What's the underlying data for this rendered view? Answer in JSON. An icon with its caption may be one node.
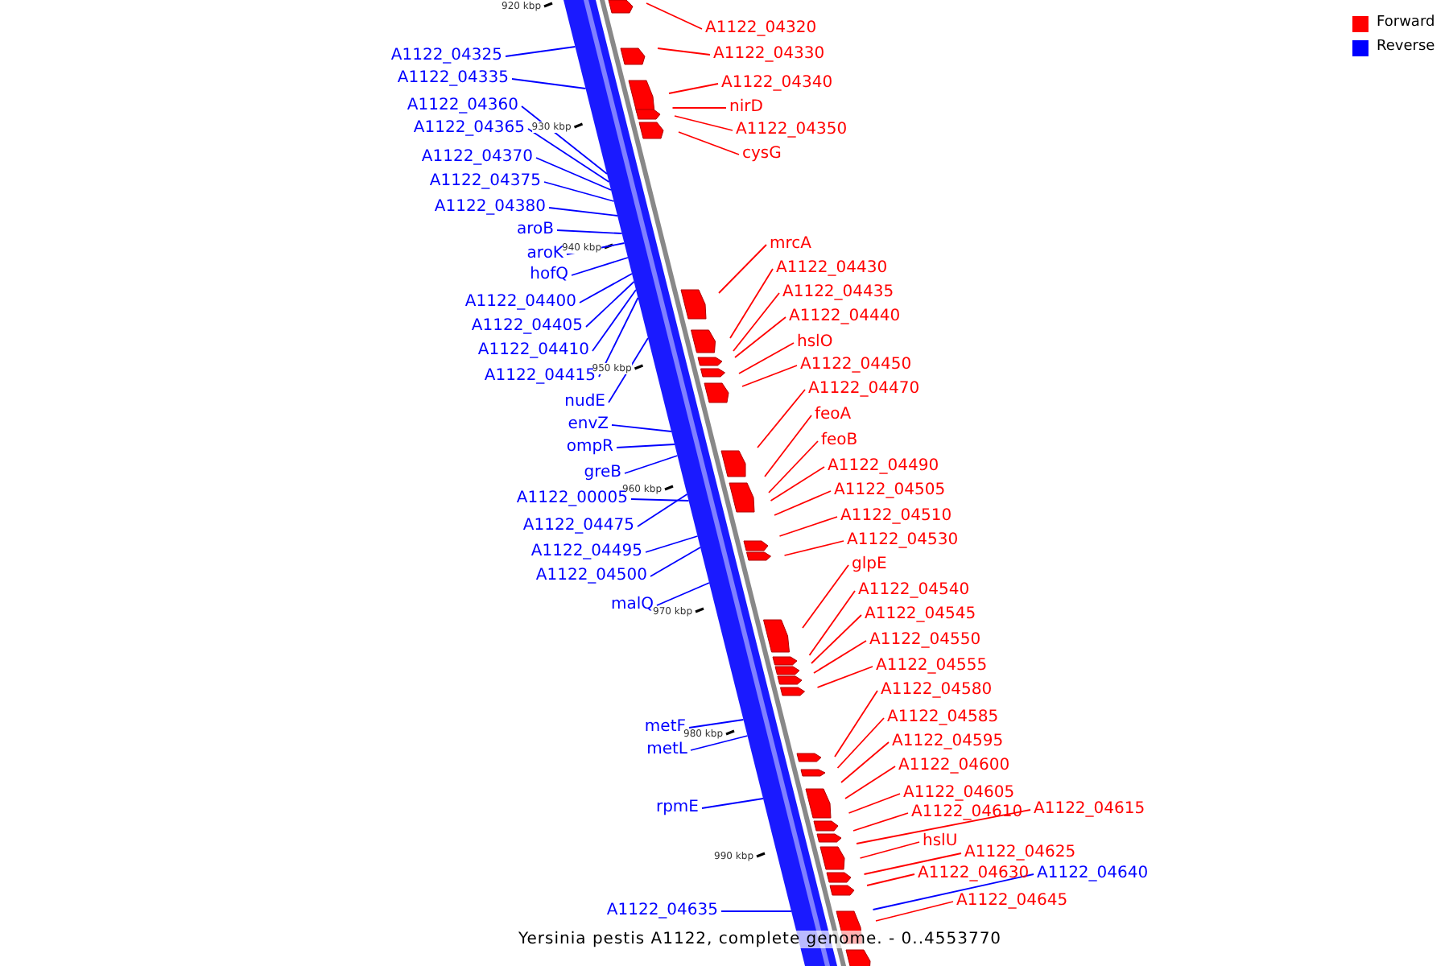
{
  "diagram": {
    "caption": "Yersinia pestis A1122, complete genome. - 0..4553770",
    "nodes": [
      {
        "text": [
          "A1122_04325"
        ]
      },
      {
        "text": [
          "A1122_04335"
        ]
      },
      {
        "text": [
          "A1122_04360"
        ]
      },
      {
        "text": [
          "A1122_04365"
        ]
      },
      {
        "text": [
          "A1122_04370"
        ]
      },
      {
        "text": [
          "A1122_04375"
        ]
      },
      {
        "text": [
          "A1122_04380"
        ]
      },
      {
        "text": [
          "aroB"
        ]
      },
      {
        "text": [
          "aroK"
        ]
      },
      {
        "text": [
          "hofQ"
        ]
      },
      {
        "text": [
          "A1122_04400"
        ]
      },
      {
        "text": [
          "A1122_04405"
        ]
      },
      {
        "text": [
          "A1122_04410"
        ]
      },
      {
        "text": [
          "A1122_04415"
        ]
      },
      {
        "text": [
          "nudE"
        ]
      },
      {
        "text": [
          "envZ"
        ]
      },
      {
        "text": [
          "ompR"
        ]
      },
      {
        "text": [
          "greB"
        ]
      },
      {
        "text": [
          "A1122_00005"
        ]
      },
      {
        "text": [
          "A1122_04475"
        ]
      },
      {
        "text": [
          "A1122_04495"
        ]
      },
      {
        "text": [
          "A1122_04500"
        ]
      },
      {
        "text": [
          "malQ"
        ]
      },
      {
        "text": [
          "metF"
        ]
      },
      {
        "text": [
          "metL"
        ]
      },
      {
        "text": [
          "rpmE"
        ]
      },
      {
        "text": [
          "A1122_04635"
        ]
      },
      {
        "text": [
          "A1122_04320"
        ]
      },
      {
        "text": [
          "A1122_04330"
        ]
      },
      {
        "text": [
          "A1122_04340"
        ]
      },
      {
        "text": [
          "nirD"
        ]
      },
      {
        "text": [
          "A1122_04350"
        ]
      },
      {
        "text": [
          "cysG"
        ]
      },
      {
        "text": [
          "mrcA"
        ]
      },
      {
        "text": [
          "A1122_04430"
        ]
      },
      {
        "text": [
          "A1122_04435"
        ]
      },
      {
        "text": [
          "A1122_04440"
        ]
      },
      {
        "text": [
          "hslO"
        ]
      },
      {
        "text": [
          "A1122_04450"
        ]
      },
      {
        "text": [
          "A1122_04470"
        ]
      },
      {
        "text": [
          "feoA"
        ]
      },
      {
        "text": [
          "feoB"
        ]
      },
      {
        "text": [
          "A1122_04490"
        ]
      },
      {
        "text": [
          "A1122_04505"
        ]
      },
      {
        "text": [
          "A1122_04510"
        ]
      },
      {
        "text": [
          "A1122_04530"
        ]
      },
      {
        "text": [
          "glpE"
        ]
      },
      {
        "text": [
          "A1122_04540"
        ]
      },
      {
        "text": [
          "A1122_04545"
        ]
      },
      {
        "text": [
          "A1122_04550"
        ]
      },
      {
        "text": [
          "A1122_04555"
        ]
      },
      {
        "text": [
          "A1122_04580"
        ]
      },
      {
        "text": [
          "A1122_04585"
        ]
      },
      {
        "text": [
          "A1122_04595"
        ]
      },
      {
        "text": [
          "A1122_04600"
        ]
      },
      {
        "text": [
          "A1122_04605"
        ]
      },
      {
        "text": [
          "A1122_04610"
        ]
      },
      {
        "text": [
          "A1122_04615"
        ]
      },
      {
        "text": [
          "hslU"
        ]
      },
      {
        "text": [
          "A1122_04625"
        ]
      },
      {
        "text": [
          "A1122_04630"
        ]
      },
      {
        "text": [
          "A1122_04640"
        ]
      },
      {
        "text": [
          "A1122_04645"
        ]
      }
    ],
    "edges": [
      {
        "from": 0,
        "to": null,
        "arrow": "none",
        "color": "#0000ff"
      },
      {
        "from": 1,
        "to": null,
        "arrow": "none",
        "color": "#0000ff"
      },
      {
        "from": 2,
        "to": null,
        "arrow": "none",
        "color": "#0000ff"
      },
      {
        "from": 3,
        "to": null,
        "arrow": "none",
        "color": "#0000ff"
      },
      {
        "from": 4,
        "to": null,
        "arrow": "none",
        "color": "#0000ff"
      },
      {
        "from": 5,
        "to": null,
        "arrow": "none",
        "color": "#0000ff"
      },
      {
        "from": 6,
        "to": null,
        "arrow": "none",
        "color": "#0000ff"
      },
      {
        "from": 7,
        "to": null,
        "arrow": "none",
        "color": "#0000ff"
      },
      {
        "from": 8,
        "to": null,
        "arrow": "none",
        "color": "#0000ff"
      },
      {
        "from": 9,
        "to": null,
        "arrow": "none",
        "color": "#0000ff"
      },
      {
        "from": 10,
        "to": null,
        "arrow": "none",
        "color": "#0000ff"
      },
      {
        "from": 11,
        "to": null,
        "arrow": "none",
        "color": "#0000ff"
      },
      {
        "from": 12,
        "to": null,
        "arrow": "none",
        "color": "#0000ff"
      },
      {
        "from": 13,
        "to": null,
        "arrow": "none",
        "color": "#0000ff"
      },
      {
        "from": 14,
        "to": null,
        "arrow": "none",
        "color": "#0000ff"
      },
      {
        "from": 15,
        "to": null,
        "arrow": "none",
        "color": "#0000ff"
      },
      {
        "from": 16,
        "to": null,
        "arrow": "none",
        "color": "#0000ff"
      },
      {
        "from": 17,
        "to": null,
        "arrow": "none",
        "color": "#0000ff"
      },
      {
        "from": 18,
        "to": null,
        "arrow": "none",
        "color": "#0000ff"
      },
      {
        "from": 19,
        "to": null,
        "arrow": "none",
        "color": "#0000ff"
      },
      {
        "from": 20,
        "to": null,
        "arrow": "none",
        "color": "#0000ff"
      },
      {
        "from": 21,
        "to": null,
        "arrow": "none",
        "color": "#0000ff"
      },
      {
        "from": 22,
        "to": null,
        "arrow": "none",
        "color": "#0000ff"
      },
      {
        "from": 23,
        "to": null,
        "arrow": "none",
        "color": "#0000ff"
      },
      {
        "from": 24,
        "to": null,
        "arrow": "none",
        "color": "#0000ff"
      },
      {
        "from": 25,
        "to": null,
        "arrow": "none",
        "color": "#0000ff"
      },
      {
        "from": 26,
        "to": null,
        "arrow": "none",
        "color": "#0000ff"
      },
      {
        "from": 27,
        "to": null,
        "arrow": "none"
      },
      {
        "from": 28,
        "to": null,
        "arrow": "none"
      },
      {
        "from": 29,
        "to": null,
        "arrow": "none"
      },
      {
        "from": 30,
        "to": null,
        "arrow": "none"
      },
      {
        "from": 31,
        "to": null,
        "arrow": "none"
      },
      {
        "from": 32,
        "to": null,
        "arrow": "none"
      },
      {
        "from": 33,
        "to": null,
        "arrow": "none"
      },
      {
        "from": 34,
        "to": null,
        "arrow": "none"
      },
      {
        "from": 35,
        "to": null,
        "arrow": "none"
      },
      {
        "from": 36,
        "to": null,
        "arrow": "none"
      },
      {
        "from": 37,
        "to": null,
        "arrow": "none"
      },
      {
        "from": 38,
        "to": null,
        "arrow": "none"
      },
      {
        "from": 39,
        "to": null,
        "arrow": "none"
      },
      {
        "from": 40,
        "to": null,
        "arrow": "none"
      },
      {
        "from": 41,
        "to": null,
        "arrow": "none"
      },
      {
        "from": 42,
        "to": null,
        "arrow": "none"
      },
      {
        "from": 43,
        "to": null,
        "arrow": "none"
      },
      {
        "from": 44,
        "to": null,
        "arrow": "none"
      },
      {
        "from": 45,
        "to": null,
        "arrow": "none"
      },
      {
        "from": 46,
        "to": null,
        "arrow": "none"
      },
      {
        "from": 47,
        "to": null,
        "arrow": "none"
      },
      {
        "from": 48,
        "to": null,
        "arrow": "none"
      },
      {
        "from": 49,
        "to": null,
        "arrow": "none"
      },
      {
        "from": 50,
        "to": null,
        "arrow": "none"
      },
      {
        "from": 51,
        "to": null,
        "arrow": "none"
      },
      {
        "from": 52,
        "to": null,
        "arrow": "none"
      },
      {
        "from": 53,
        "to": null,
        "arrow": "none"
      },
      {
        "from": 54,
        "to": null,
        "arrow": "none"
      },
      {
        "from": 55,
        "to": null,
        "arrow": "none"
      },
      {
        "from": 56,
        "to": null,
        "arrow": "none"
      },
      {
        "from": 57,
        "to": null,
        "arrow": "none"
      },
      {
        "from": 58,
        "to": null,
        "arrow": "none"
      },
      {
        "from": 59,
        "to": null,
        "arrow": "none"
      },
      {
        "from": 60,
        "to": null,
        "arrow": "none"
      },
      {
        "from": 61,
        "to": null,
        "arrow": "none",
        "color": "#0000ff"
      },
      {
        "from": 62,
        "to": null,
        "arrow": "none"
      }
    ],
    "labels": [
      "920 kbp",
      "930 kbp",
      "940 kbp",
      "950 kbp",
      "960 kbp",
      "970 kbp",
      "980 kbp",
      "990 kbp"
    ],
    "legend": [
      {
        "text": "Forward",
        "color": "#ff0000"
      },
      {
        "text": "Reverse",
        "color": "#0000ff"
      }
    ]
  }
}
